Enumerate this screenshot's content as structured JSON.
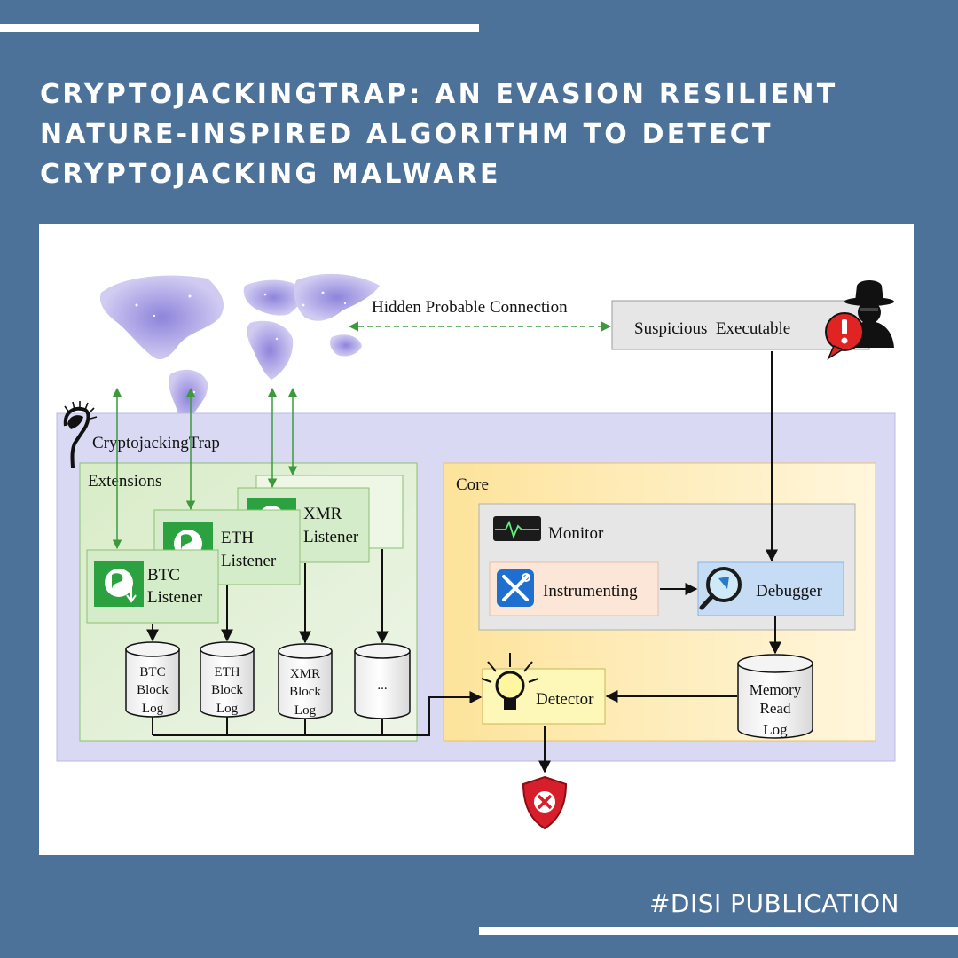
{
  "title": {
    "line1": "CRYPTOJACKINGTRAP: AN EVASION RESILIENT",
    "line2": "NATURE-INSPIRED ALGORITHM TO DETECT",
    "line3": "CRYPTOJACKING MALWARE"
  },
  "diagram": {
    "hidden_connection": "Hidden Probable Connection",
    "suspicious": "Suspicious  Executable",
    "trap_label": "CryptojackingTrap",
    "extensions_label": "Extensions",
    "core_label": "Core",
    "monitor_label": "Monitor",
    "instrumenting_label": "Instrumenting",
    "debugger_label": "Debugger",
    "detector_label": "Detector",
    "xmr_listener": [
      "XMR",
      "Listener"
    ],
    "eth_listener": [
      "ETH",
      "Listener"
    ],
    "btc_listener": [
      "BTC",
      "Listener"
    ],
    "btc_log": [
      "BTC",
      "Block",
      "Log"
    ],
    "eth_log": [
      "ETH",
      "Block",
      "Log"
    ],
    "xmr_log": [
      "XMR",
      "Block",
      "Log"
    ],
    "more_log": "...",
    "memory_log": [
      "Memory",
      "Read",
      "Log"
    ]
  },
  "footer": "#DISI PUBLICATION",
  "colors": {
    "background": "#4c7299",
    "panel": "#ffffff",
    "trap_region": "#d9d9f4",
    "extensions_fill": "#e2eed6",
    "listener_fill": "#d4ecc9",
    "listener_icon": "#2ba140",
    "core_fill": "#fdf1c4",
    "monitor_fill": "#e6e6e6",
    "instrumenting_fill": "#fbe6d8",
    "debugger_fill": "#c5dcf4",
    "detector_fill": "#fdf7b8",
    "green_arrow": "#3c9a3c",
    "alert_red": "#e02424"
  }
}
